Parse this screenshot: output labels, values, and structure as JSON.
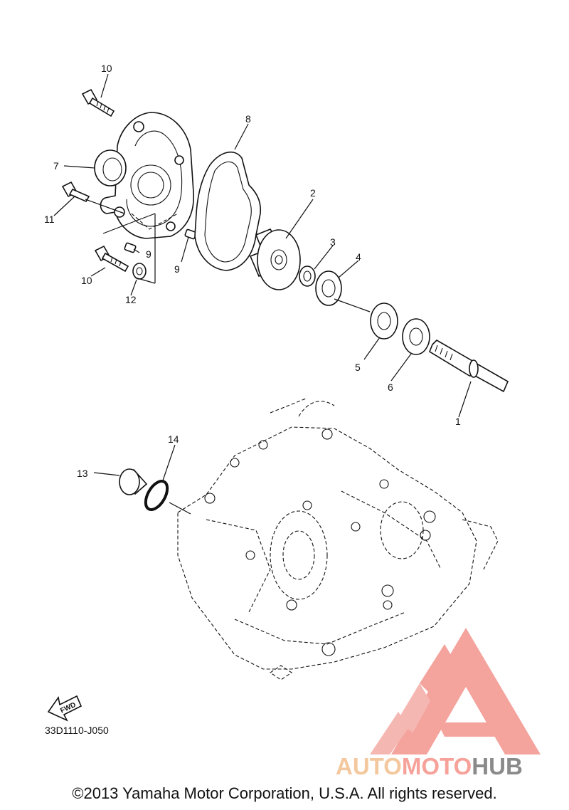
{
  "diagram": {
    "drawing_code": "33D1110-J050",
    "fwd_label": "FWD",
    "callouts": {
      "c1": "1",
      "c2": "2",
      "c3": "3",
      "c4": "4",
      "c5": "5",
      "c6": "6",
      "c7": "7",
      "c8": "8",
      "c9a": "9",
      "c9b": "9",
      "c10a": "10",
      "c10b": "10",
      "c11": "11",
      "c12": "12",
      "c13": "13",
      "c14": "14"
    }
  },
  "watermark": {
    "part1": "AUTO",
    "part2": "MOTO",
    "part3": "HUB",
    "colors": {
      "auto": "#f4c89e",
      "moto": "#f6a29a",
      "hub": "#8a8a8a",
      "logo": "#f39a93"
    }
  },
  "footer": {
    "copyright": "©2013 Yamaha Motor Corporation, U.S.A. All rights reserved."
  }
}
